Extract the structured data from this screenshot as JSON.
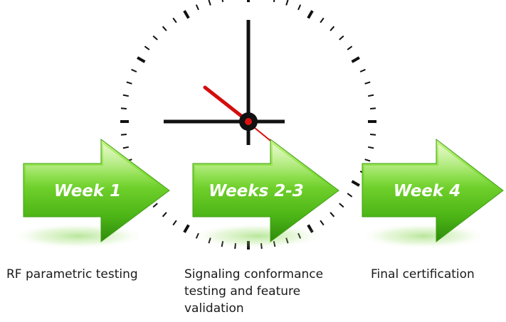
{
  "stages": [
    {
      "label": "Week 1",
      "caption": "RF parametric testing"
    },
    {
      "label": "Weeks 2-3",
      "caption": "Signaling conformance testing and feature validation"
    },
    {
      "label": "Week 4",
      "caption": "Final certification"
    }
  ],
  "colors": {
    "arrow_light": "#a8ec5a",
    "arrow_mid": "#5cc81e",
    "arrow_dark": "#2f8a0c",
    "arrow_label": "#ffffff",
    "clock_ticks": "#111111",
    "clock_hands": "#111111",
    "second_hand": "#e01010",
    "caption_text": "#1a1a1a"
  },
  "icons": [
    "clock-icon",
    "arrow-icon"
  ]
}
